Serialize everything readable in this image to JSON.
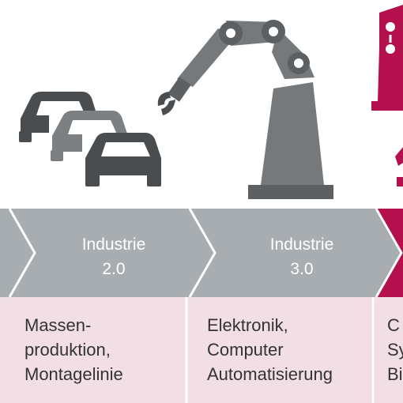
{
  "colors": {
    "chevron_gray": "#a7adb1",
    "accent": "#b5104e",
    "desc_bg": "#f2dfe5",
    "dark_gray": "#5d6062",
    "mid_gray": "#75797b",
    "car_light": "#7c8082"
  },
  "icons": [
    "cars-icon",
    "robot-arm-icon",
    "robot-partial-icon"
  ],
  "stages": [
    {
      "title": "Industrie",
      "number": "2.0",
      "desc": [
        "Massen-",
        "produktion,",
        "Montagelinie"
      ]
    },
    {
      "title": "Industrie",
      "number": "3.0",
      "desc": [
        "Elektronik,",
        "Computer",
        "Automatisierung"
      ]
    },
    {
      "title": "",
      "number": "",
      "desc": [
        "C",
        "Sy",
        "Bi"
      ]
    }
  ]
}
